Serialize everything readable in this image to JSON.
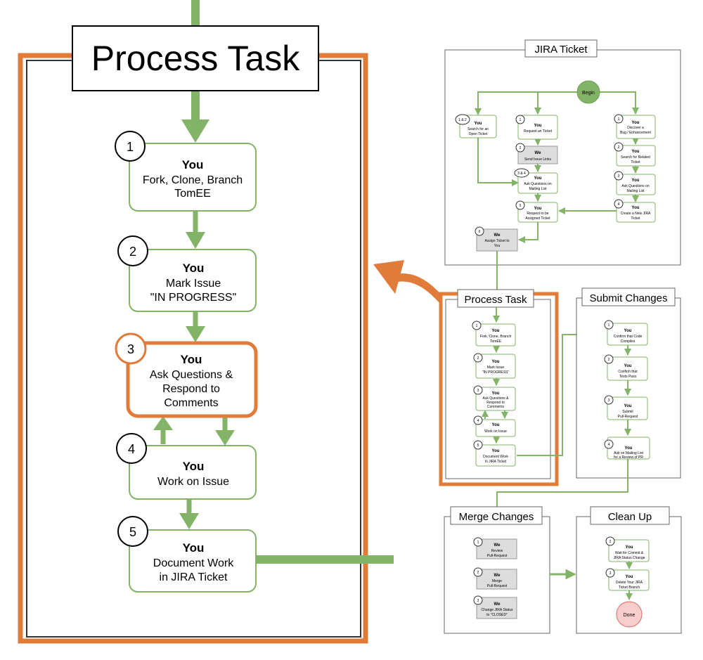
{
  "colors": {
    "green": "#82b366",
    "greenFill": "#d5e8d4",
    "orange": "#e07b39",
    "gray": "#dddddd",
    "doneFill": "#f8cecc",
    "doneStroke": "#e06666"
  },
  "zoom": {
    "title": "Process Task",
    "steps": [
      {
        "num": "1",
        "who": "You",
        "text": [
          "Fork, Clone, Branch",
          "TomEE"
        ]
      },
      {
        "num": "2",
        "who": "You",
        "text": [
          "Mark Issue",
          "\"IN PROGRESS\""
        ]
      },
      {
        "num": "3",
        "who": "You",
        "text": [
          "Ask Questions &",
          "Respond to",
          "Comments"
        ]
      },
      {
        "num": "4",
        "who": "You",
        "text": [
          "Work on Issue"
        ]
      },
      {
        "num": "5",
        "who": "You",
        "text": [
          "Document Work",
          "in JIRA Ticket"
        ]
      }
    ]
  },
  "jira": {
    "title": "JIRA Ticket",
    "begin": "Begin",
    "left": {
      "num": "1 & 2",
      "who": "You",
      "text": [
        "Search for an",
        "Open Ticket"
      ]
    },
    "mid": [
      {
        "num": "1",
        "who": "You",
        "text": [
          "Request an Ticket"
        ]
      },
      {
        "num": "2",
        "who": "We",
        "text": [
          "Send Issue Links"
        ]
      },
      {
        "num": "3 & 4",
        "who": "You",
        "text": [
          "Ask Questions on",
          "Mailing List"
        ]
      },
      {
        "num": "5",
        "who": "You",
        "text": [
          "Request to be",
          "Assigned Ticket"
        ]
      }
    ],
    "right": [
      {
        "num": "1",
        "who": "You",
        "text": [
          "Discover a",
          "Bug / Enhancement"
        ]
      },
      {
        "num": "2",
        "who": "You",
        "text": [
          "Search for Related",
          "Ticket"
        ]
      },
      {
        "num": "3",
        "who": "You",
        "text": [
          "Ask Questions on",
          "Mailing List"
        ]
      },
      {
        "num": "4",
        "who": "You",
        "text": [
          "Create a New JIRA",
          "Ticket"
        ]
      }
    ],
    "assign": {
      "num": "6",
      "who": "We",
      "text": [
        "Assign Ticket to",
        "You"
      ]
    }
  },
  "small_process": {
    "title": "Process Task",
    "steps": [
      {
        "num": "1",
        "who": "You",
        "text": [
          "Fork, Clone, Branch",
          "TomEE"
        ]
      },
      {
        "num": "2",
        "who": "You",
        "text": [
          "Mark Issue",
          "\"IN PROGRESS\""
        ]
      },
      {
        "num": "3",
        "who": "You",
        "text": [
          "Ask Questions &",
          "Respond to",
          "Comments"
        ]
      },
      {
        "num": "4",
        "who": "You",
        "text": [
          "Work on Issue"
        ]
      },
      {
        "num": "5",
        "who": "You",
        "text": [
          "Document Work",
          "in JIRA Ticket"
        ]
      }
    ]
  },
  "submit": {
    "title": "Submit Changes",
    "steps": [
      {
        "num": "1",
        "who": "You",
        "text": [
          "Confirm that Code",
          "Compiles"
        ]
      },
      {
        "num": "2",
        "who": "You",
        "text": [
          "Confirm that",
          "Tests Pass"
        ]
      },
      {
        "num": "3",
        "who": "You",
        "text": [
          "Submit",
          "Pull-Request"
        ]
      },
      {
        "num": "4",
        "who": "You",
        "text": [
          "Ask on Mailing List",
          "for a Review of PR"
        ]
      }
    ]
  },
  "merge": {
    "title": "Merge Changes",
    "steps": [
      {
        "num": "1",
        "who": "We",
        "text": [
          "Review",
          "Pull-Request"
        ]
      },
      {
        "num": "2",
        "who": "We",
        "text": [
          "Merge",
          "Pull-Request"
        ]
      },
      {
        "num": "3",
        "who": "We",
        "text": [
          "Change JIRA Status",
          "to \"CLOSED\""
        ]
      }
    ]
  },
  "cleanup": {
    "title": "Clean Up",
    "steps": [
      {
        "num": "2",
        "who": "You",
        "text": [
          "Wait for Commit &",
          "JIRA Status Change"
        ]
      },
      {
        "num": "3",
        "who": "You",
        "text": [
          "Delete Your JIRA",
          "Ticket Branch"
        ]
      }
    ],
    "done": "Done"
  }
}
